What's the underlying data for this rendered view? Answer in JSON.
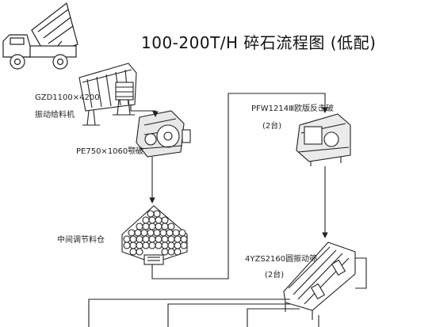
{
  "title": "100-200T/H  碎石流程图 (低配)",
  "equipment": {
    "feeder": {
      "model": "GZD1100×4200",
      "name": "振动给料机"
    },
    "jaw_crusher": {
      "label": "PE750×1060颚破"
    },
    "surge_bin": {
      "label": "中间调节料仓"
    },
    "impact_crusher": {
      "label": "PFW1214Ⅲ欧版反击破",
      "qty": "(2台)"
    },
    "screen": {
      "label": "4YZS2160圆振动筛",
      "qty": "(2台)"
    }
  }
}
